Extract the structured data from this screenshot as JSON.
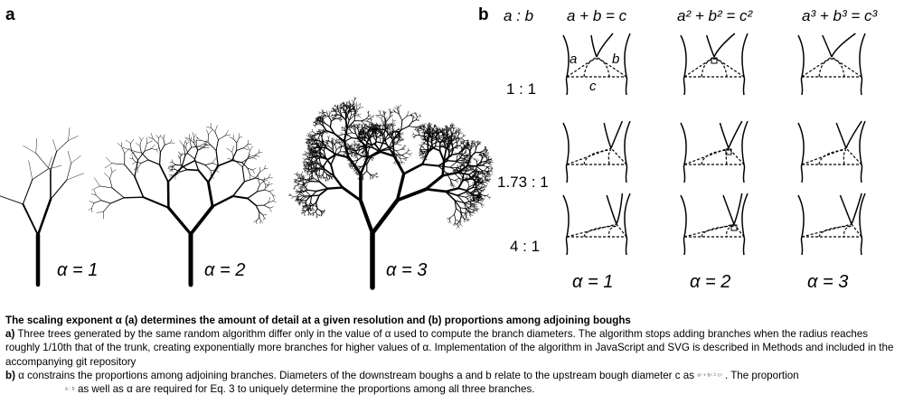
{
  "panel_a": {
    "label": "a",
    "trees": [
      {
        "alpha_label": "α = 1"
      },
      {
        "alpha_label": "α = 2"
      },
      {
        "alpha_label": "α = 3"
      }
    ]
  },
  "panel_b": {
    "label": "b",
    "row_header": "a : b",
    "columns": [
      "a + b = c",
      "a² + b² = c²",
      "a³ + b³ = c³"
    ],
    "rows": [
      "1 : 1",
      "1.73 : 1",
      "4 : 1"
    ],
    "alpha_labels": [
      "α = 1",
      "α = 2",
      "α = 3"
    ],
    "diagram_labels": {
      "a": "a",
      "b": "b",
      "c": "c"
    }
  },
  "caption": {
    "title": "The scaling exponent α (a) determines the amount of detail at a given resolution and (b) proportions among adjoining boughs",
    "a_marker": "a)",
    "a_text": " Three trees generated by the same random algorithm differ only in the value of α used to compute the branch diameters. The algorithm stops adding branches when the radius reaches roughly 1/10th that of the trunk, creating exponentially more branches for higher values of α. Implementation of the algorithm in JavaScript and SVG is described in Methods and included in the accompanying git repository",
    "b_marker": "b)",
    "b_text_1": " α constrains the proportions among adjoining branches. Diameters of the downstream boughs a and b relate to the upstream bough diameter c as ",
    "b_formula": "aᵅ + bᵅ = cᵅ",
    "b_text_2": " . The proportion",
    "b_ratio": "a : b",
    "b_text_3": " as well as α are required for Eq. 3 to uniquely determine the proportions among all three branches."
  }
}
